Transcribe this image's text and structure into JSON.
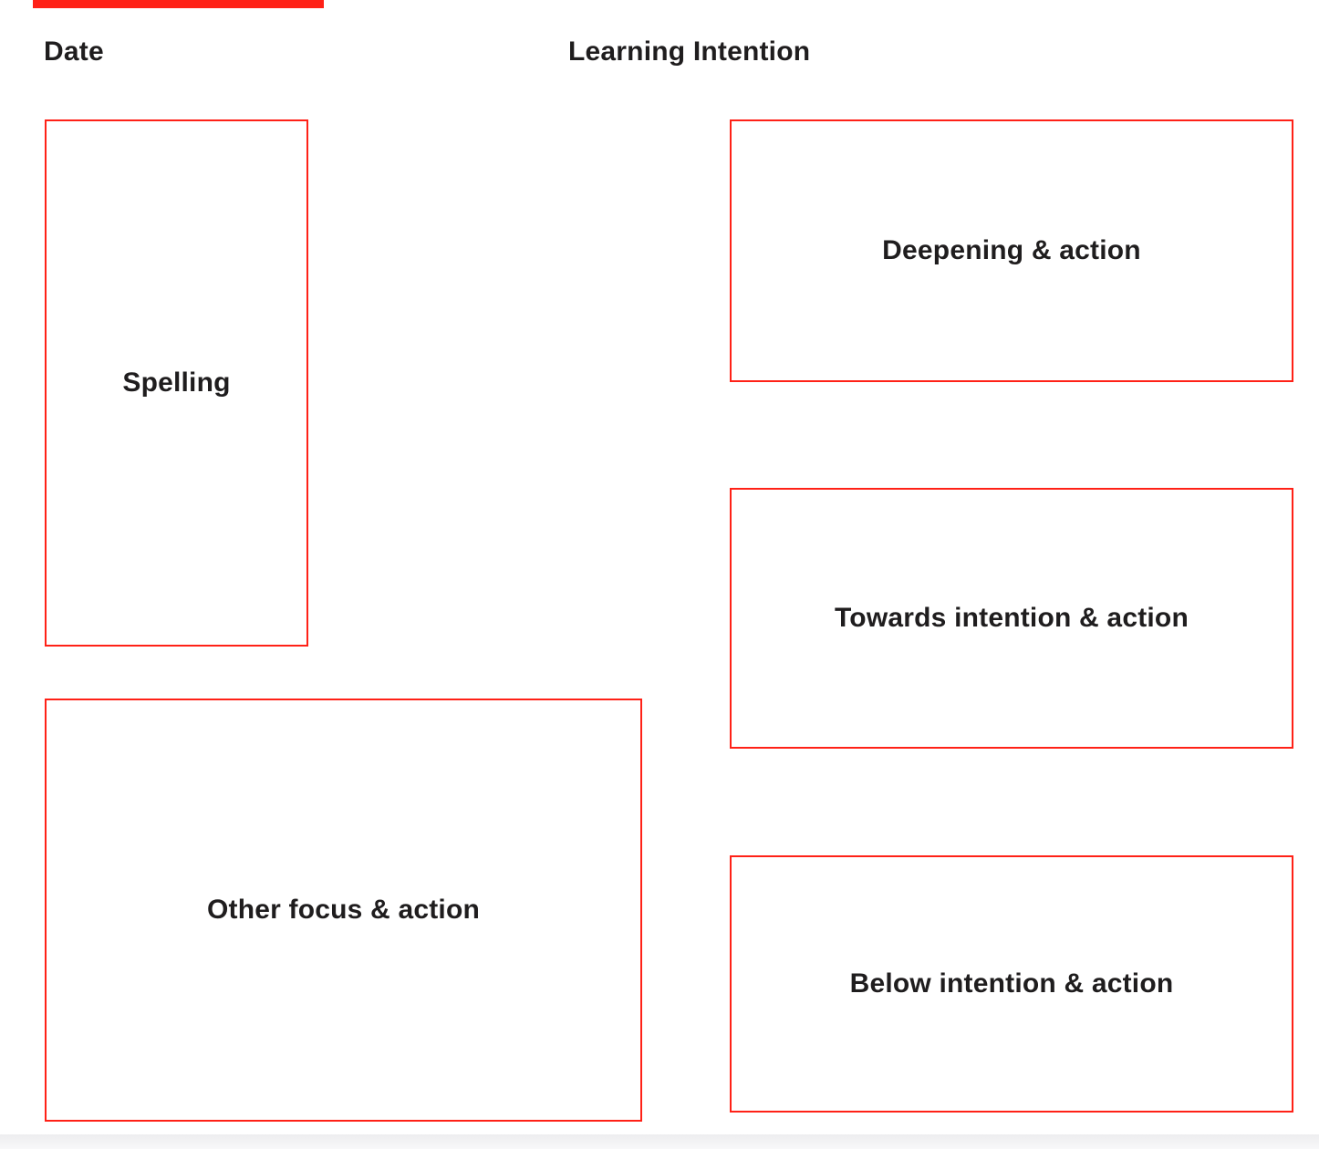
{
  "page": {
    "background": "#ffffff",
    "accent_red": "#ff2117",
    "text_color": "#1f1d1e"
  },
  "headers": {
    "date_label": "Date",
    "learning_intention_label": "Learning Intention"
  },
  "boxes": {
    "spelling": {
      "label": "Spelling"
    },
    "deepening": {
      "label": "Deepening & action"
    },
    "towards": {
      "label": "Towards intention & action"
    },
    "other": {
      "label": "Other focus & action"
    },
    "below": {
      "label": "Below intention & action"
    }
  }
}
